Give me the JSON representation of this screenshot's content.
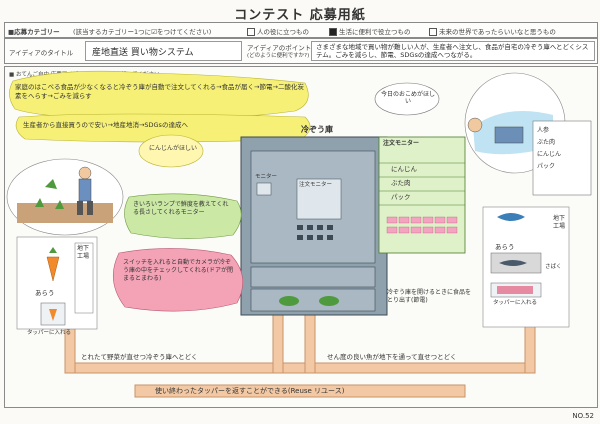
{
  "header": {
    "title": "コンテスト 応募用紙",
    "category_label": "■応募カテゴリー",
    "category_hint": "(該当するカテゴリー1つに☑をつけてください)",
    "categories": [
      "人の役に立つもの",
      "生活に便利で役立つもの",
      "未来の世界であったらいいなと思うもの"
    ],
    "idea_title_label": "アイディアのタイトル",
    "idea_title": "産地直送 買い物システム",
    "idea_point_label": "アイディアのポイント",
    "idea_point_hint": "(どのように便利ですか?)",
    "idea_point": "さまざまな地域で買い物が難しい人が、生産者へ注文し、食品が自宅の冷ぞう庫へとどくシステム。ごみを減らし、節電、SDGsの達成へつながる。",
    "illustration_label": "■ おてんご自由 応募アイディアのイラストを描いてください"
  },
  "drawing": {
    "top_left_note": "家庭のはこべる食品が少なくなると冷ぞう庫が自動で注文してくれる→食品が届く→節電→二酸化炭素をへらす→ごみを減らす",
    "middle_note": "生産者から直接買うので安い→地産地消→SDGsの達成へ",
    "fridge_label": "冷ぞう庫",
    "fridge_bubble": "にんじんがほしい",
    "monitor_label": "モニター",
    "order_monitor_label": "注文モニター",
    "side_monitor_title": "注文モニター",
    "side_monitor_items": [
      "にんじん",
      "ぶた肉",
      "パック"
    ],
    "freshness_note": "きいろいランプで鮮度を教えてくれる長さしてくれるモニター",
    "switch_note": "スイッチを入れると自動でカメラが冷ぞう庫の中をチェックしてくれる(ドアが閉まるとまわる)",
    "right_top_bubble": "今日のおこめがほしい",
    "order_list": [
      "人参",
      "ぶた肉",
      "にんじん",
      "パック"
    ],
    "right_bottom_note": "冷ぞう庫を開けるときに食品をとり出す(節電)",
    "underground_left": "地下工場",
    "underground_right": "地下工場",
    "washing_left": "あらう",
    "washing_right": "あらう",
    "cut_label": "さばく",
    "tupper_left": "タッパーに入れる",
    "tupper_right": "タッパーに入れる",
    "bottom_left_note": "とれたて野菜が直せつ冷ぞう庫へとどく",
    "bottom_right_note": "せん度の良い魚が地下を通って直せつとどく",
    "reuse_note": "使い終わったタッパーを返すことができる(Reuse リユース)",
    "entry_id": "NO.52"
  },
  "colors": {
    "pipe": "#f2c9a4",
    "bubble_yellow": "#f6f176",
    "bubble_pink": "#f4a3b6",
    "bubble_green": "#cbe8a5",
    "fridge": "#8fa1ad",
    "sky": "#bfe3f2"
  }
}
